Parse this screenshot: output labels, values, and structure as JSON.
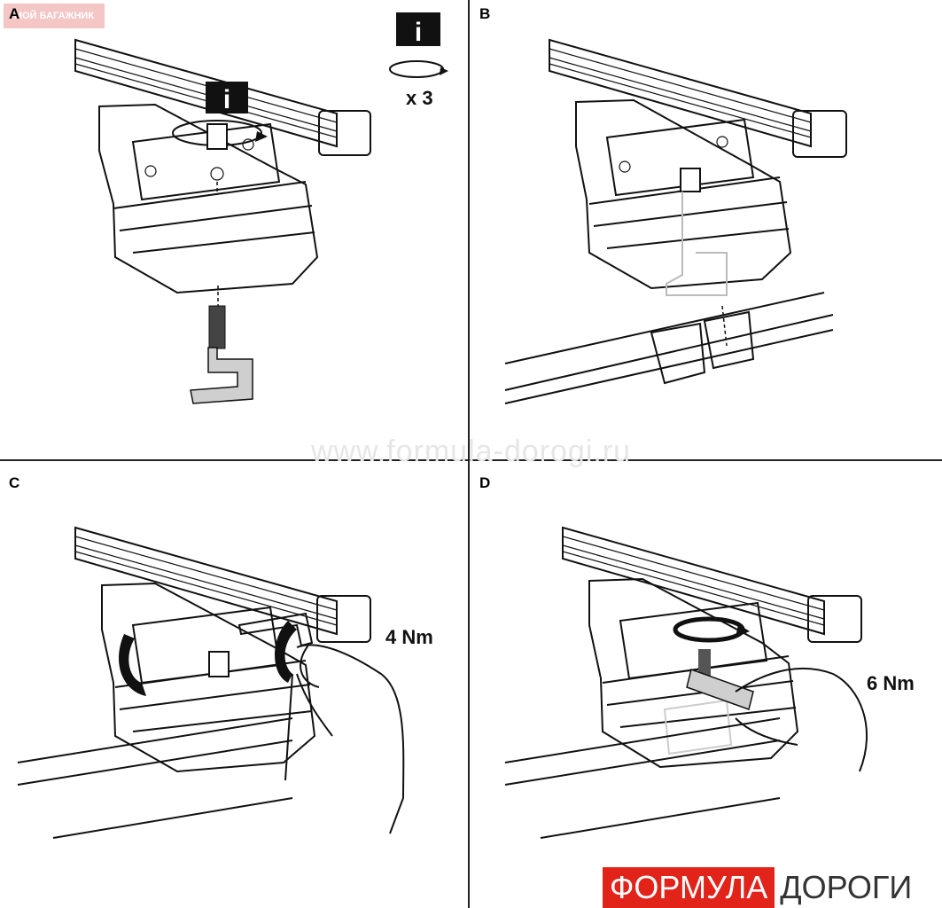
{
  "watermark_tag": "МОЙ БАГАЖНИК",
  "watermark_url": "www.formula-dorogi.ru",
  "panels": {
    "a": {
      "label": "A",
      "repeat": "x 3",
      "info_icon": "info-icon"
    },
    "b": {
      "label": "B"
    },
    "c": {
      "label": "C",
      "torque": "4 Nm"
    },
    "d": {
      "label": "D",
      "torque": "6 Nm"
    }
  },
  "brand": {
    "part1": "ФОРМУЛА",
    "part2": "ДОРОГИ",
    "red": "#e2231a"
  }
}
